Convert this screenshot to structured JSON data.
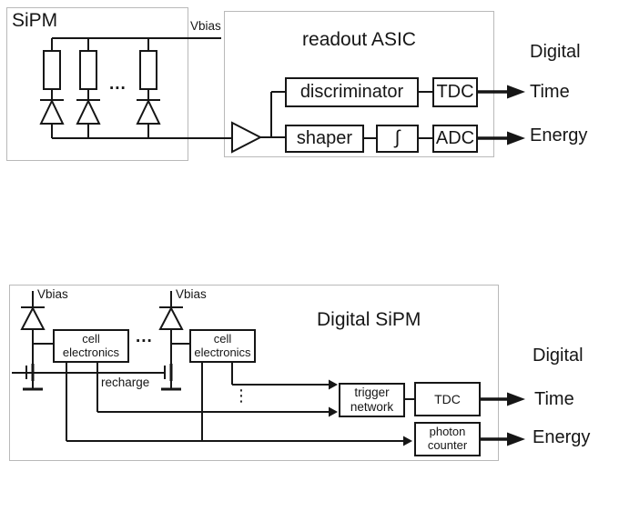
{
  "colors": {
    "line": "#161616",
    "container_border": "#b9b9b9",
    "background": "#ffffff"
  },
  "top_diagram": {
    "sipm": {
      "title": "SiPM",
      "vbias_label": "Vbias",
      "dots": "..."
    },
    "asic": {
      "title": "readout ASIC",
      "discriminator_label": "discriminator",
      "tdc_label": "TDC",
      "shaper_label": "shaper",
      "integrator_symbol": "∫",
      "adc_label": "ADC"
    },
    "outputs": {
      "digital": "Digital",
      "time": "Time",
      "energy": "Energy"
    }
  },
  "bottom_diagram": {
    "title": "Digital SiPM",
    "cell1": {
      "vbias_label": "Vbias",
      "line1": "cell",
      "line2": "electronics"
    },
    "cell2": {
      "vbias_label": "Vbias",
      "line1": "cell",
      "line2": "electronics"
    },
    "recharge_label": "recharge",
    "dots_between_cells": "...",
    "dots_vertical": "⋮",
    "trigger": {
      "line1": "trigger",
      "line2": "network"
    },
    "tdc_label": "TDC",
    "photon_counter": {
      "line1": "photon",
      "line2": "counter"
    },
    "outputs": {
      "digital": "Digital",
      "time": "Time",
      "energy": "Energy"
    }
  }
}
